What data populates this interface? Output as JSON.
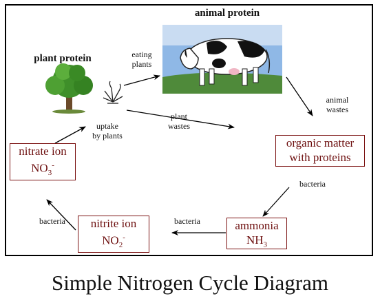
{
  "nodes": {
    "animal_protein": "animal protein",
    "plant_protein": "plant protein",
    "organic_matter": [
      "organic matter",
      "with  proteins"
    ],
    "ammonia": [
      "ammonia",
      "NH",
      "3"
    ],
    "nitrite": [
      "nitrite ion",
      "NO",
      "2",
      "-"
    ],
    "nitrate": [
      "nitrate ion",
      "NO",
      "3",
      "-"
    ]
  },
  "edges": {
    "eating_plants": [
      "eating",
      "plants"
    ],
    "plant_wastes": [
      "plant",
      "wastes"
    ],
    "animal_wastes": [
      "animal",
      "wastes"
    ],
    "uptake": [
      "uptake",
      "by plants"
    ],
    "bacteria_1": "bacteria",
    "bacteria_2": "bacteria",
    "bacteria_3": "bacteria"
  },
  "title": "Simple Nitrogen Cycle Diagram",
  "colors": {
    "box_border": "#7a1010",
    "box_text": "#6d0f0f",
    "sky": "#8fb8e6",
    "grass": "#4f8a3a",
    "tree": "#3f8f2a"
  }
}
